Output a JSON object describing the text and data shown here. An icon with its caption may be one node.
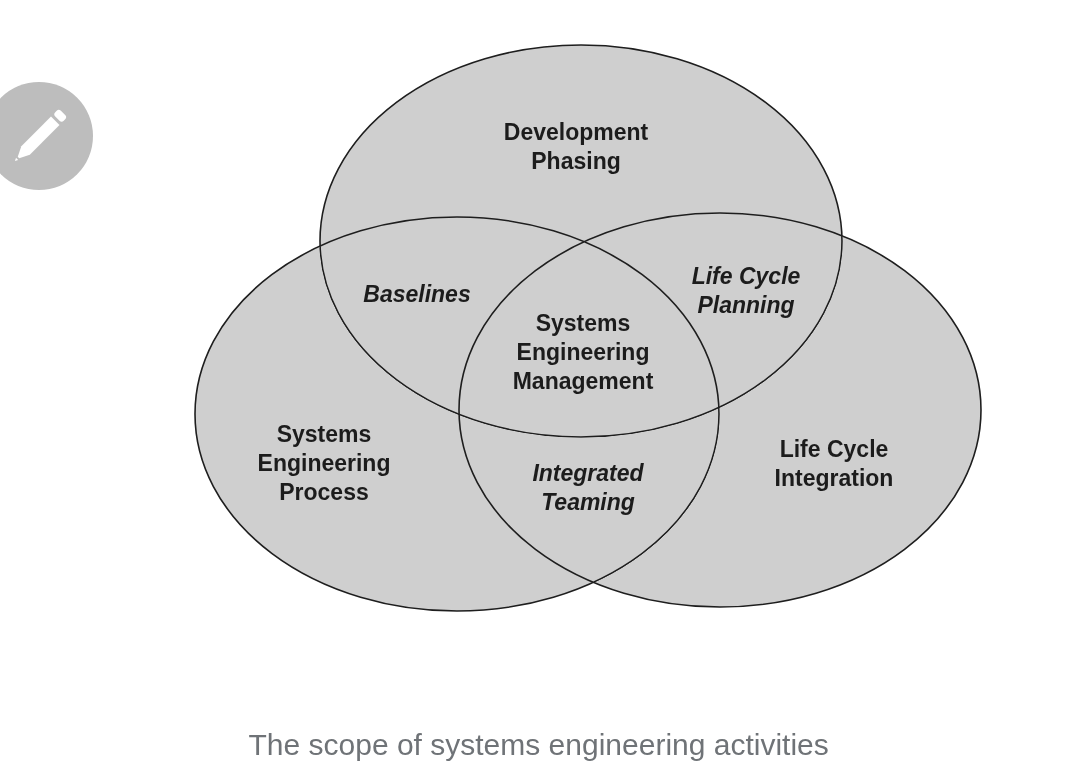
{
  "diagram": {
    "caption": "The scope of systems engineering activities",
    "nodes": [
      {
        "text": [
          "Development Phasing"
        ]
      },
      {
        "text": [
          "Systems Engineering Process"
        ]
      },
      {
        "text": [
          "Life Cycle Integration"
        ]
      }
    ],
    "labels": [
      "Baselines",
      "Life Cycle Planning",
      "Systems Engineering Management",
      "Integrated Teaming"
    ]
  }
}
